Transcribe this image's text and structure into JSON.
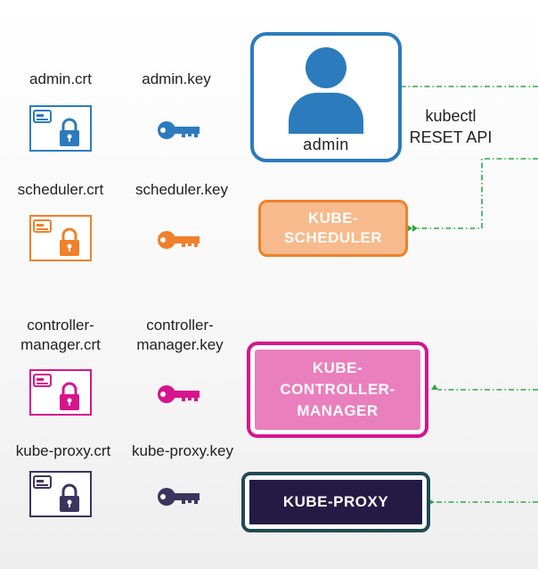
{
  "admin": {
    "crt_label": "admin.crt",
    "key_label": "admin.key",
    "user_label": "admin",
    "color": "#2b7bbd",
    "connection_label_line1": "kubectl",
    "connection_label_line2": "RESET API"
  },
  "scheduler": {
    "crt_label": "scheduler.crt",
    "key_label": "scheduler.key",
    "component_line1": "KUBE-",
    "component_line2": "SCHEDULER",
    "color": "#f0802a",
    "fill": "#f7ba8c"
  },
  "controller_manager": {
    "crt_line1": "controller-",
    "crt_line2": "manager.crt",
    "key_line1": "controller-",
    "key_line2": "manager.key",
    "component_line1": "KUBE-",
    "component_line2": "CONTROLLER-",
    "component_line3": "MANAGER",
    "color": "#d6158d",
    "fill": "#ea7fbd"
  },
  "kube_proxy": {
    "crt_label": "kube-proxy.crt",
    "key_label": "kube-proxy.key",
    "component_label": "KUBE-PROXY",
    "color": "#3b345f",
    "fill": "#241b45",
    "border": "#1f4b55"
  },
  "connector_color": "#2ea843"
}
